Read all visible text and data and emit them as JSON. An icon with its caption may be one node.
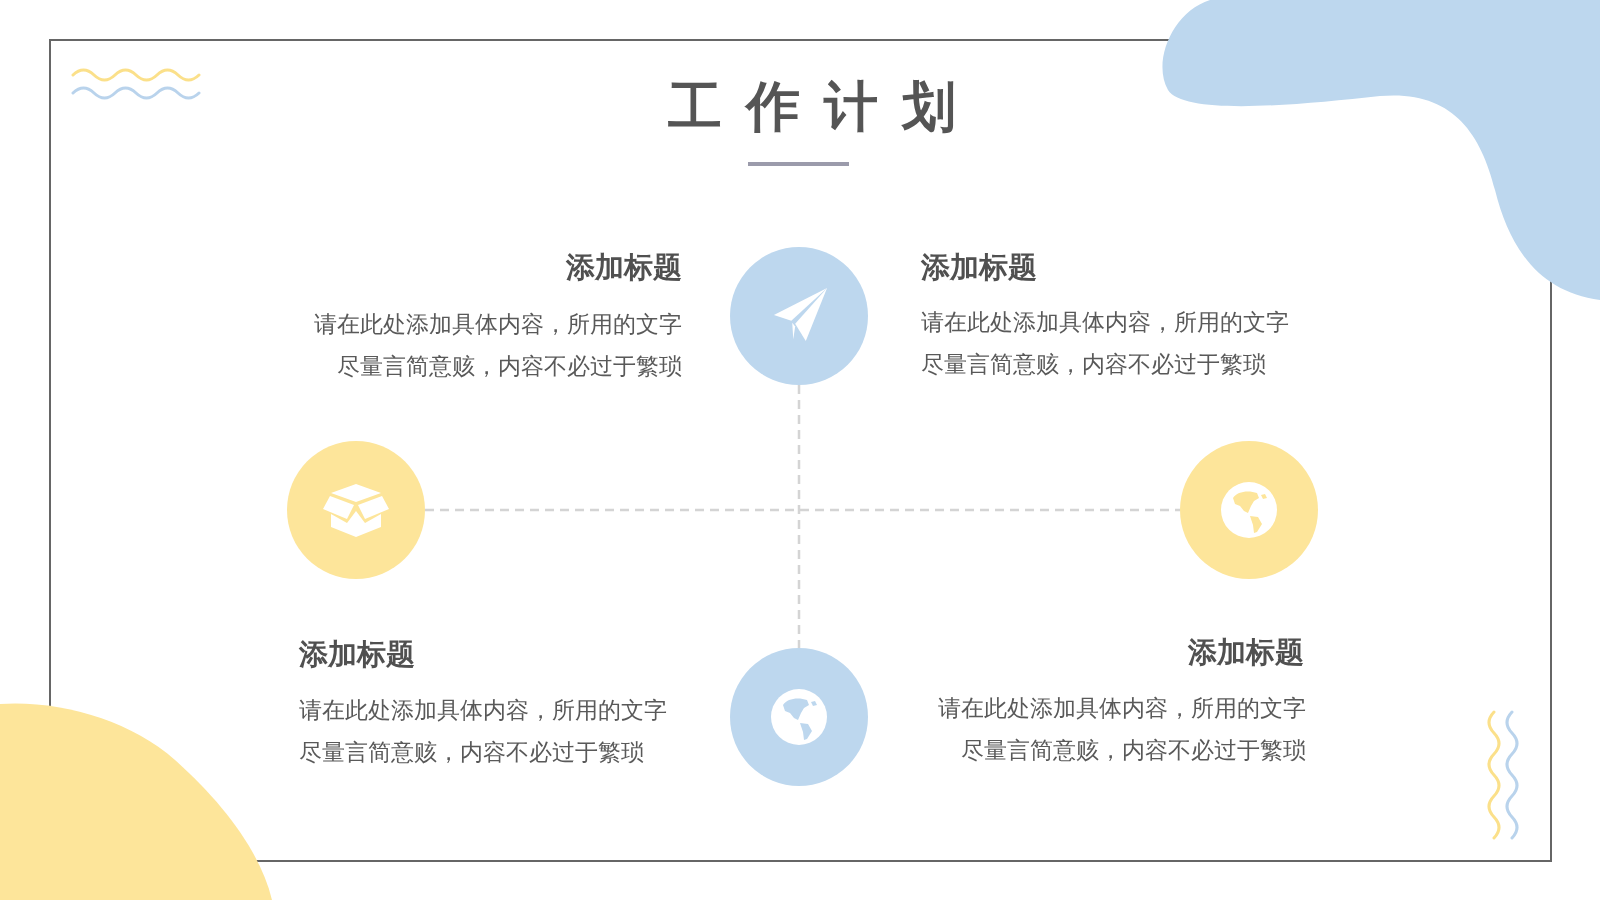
{
  "diagram": {
    "title": "工作计划",
    "nodes": [
      {
        "text": [],
        "shape": "circle"
      },
      {
        "text": [],
        "shape": "circle"
      },
      {
        "text": [],
        "shape": "circle"
      },
      {
        "text": [],
        "shape": "circle"
      }
    ],
    "edges": [
      {
        "from": 0,
        "to": 3,
        "arrow": "none",
        "style": "dashed"
      },
      {
        "from": 1,
        "to": 2,
        "arrow": "none",
        "style": "dashed"
      }
    ],
    "labels": [
      "添加标题",
      "请在此处添加具体内容，所用的文字尽量言简意赅，内容不必过于繁琐",
      "添加标题",
      "请在此处添加具体内容，所用的文字尽量言简意赅，内容不必过于繁琐",
      "添加标题",
      "请在此处添加具体内容，所用的文字尽量言简意赅，内容不必过于繁琐",
      "添加标题",
      "请在此处添加具体内容，所用的文字尽量言简意赅，内容不必过于繁琐"
    ]
  }
}
